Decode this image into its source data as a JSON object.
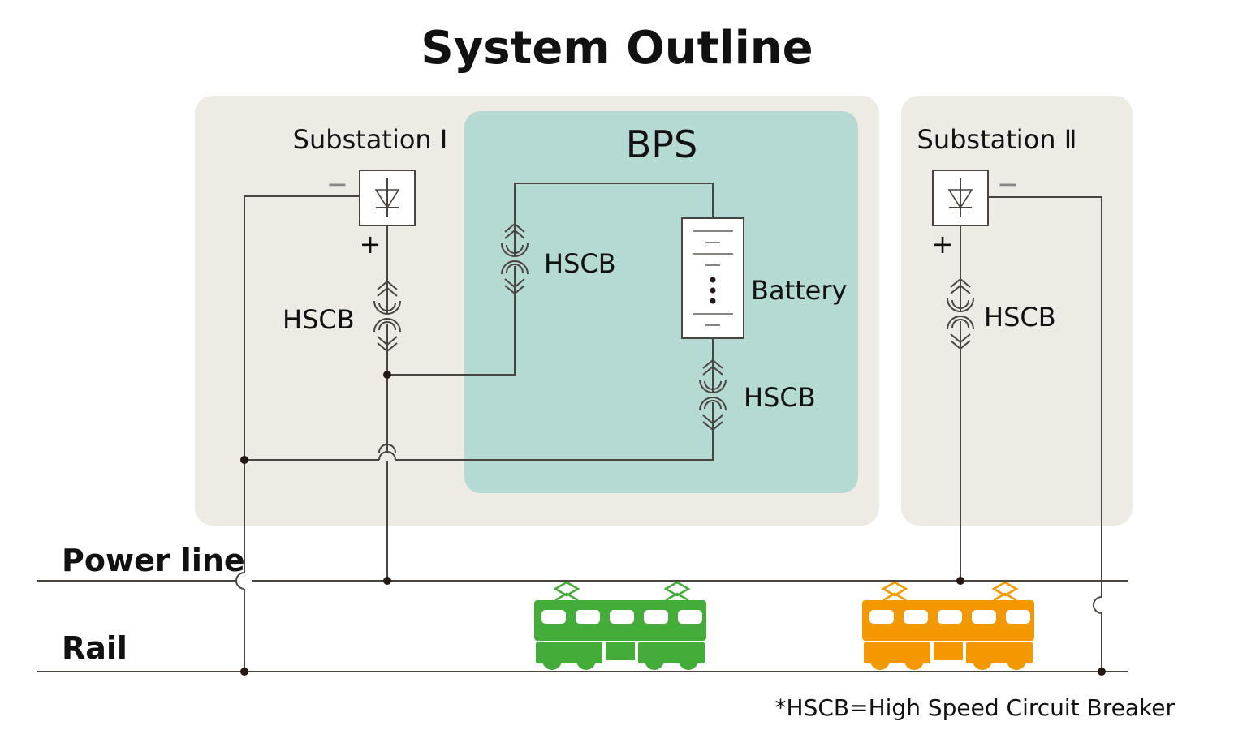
{
  "title": "System Outline",
  "substation1": {
    "label": "Substation Ⅰ",
    "minus": "−",
    "plus": "+",
    "hscb_label": "HSCB"
  },
  "bps": {
    "label": "BPS",
    "hscb_left_label": "HSCB",
    "battery_label": "Battery",
    "hscb_bottom_label": "HSCB"
  },
  "substation2": {
    "label": "Substation Ⅱ",
    "minus": "−",
    "plus": "+",
    "hscb_label": "HSCB"
  },
  "lines": {
    "power_line": "Power line",
    "rail": "Rail"
  },
  "trains": [
    {
      "name": "green-train",
      "color": "#44ad3a"
    },
    {
      "name": "orange-train",
      "color": "#f39800"
    }
  ],
  "colors": {
    "substation_bg": "#eeebe5",
    "bps_bg": "#b5d9d3",
    "wire": "#4a4440"
  },
  "footnote": "*HSCB=High Speed Circuit Breaker"
}
